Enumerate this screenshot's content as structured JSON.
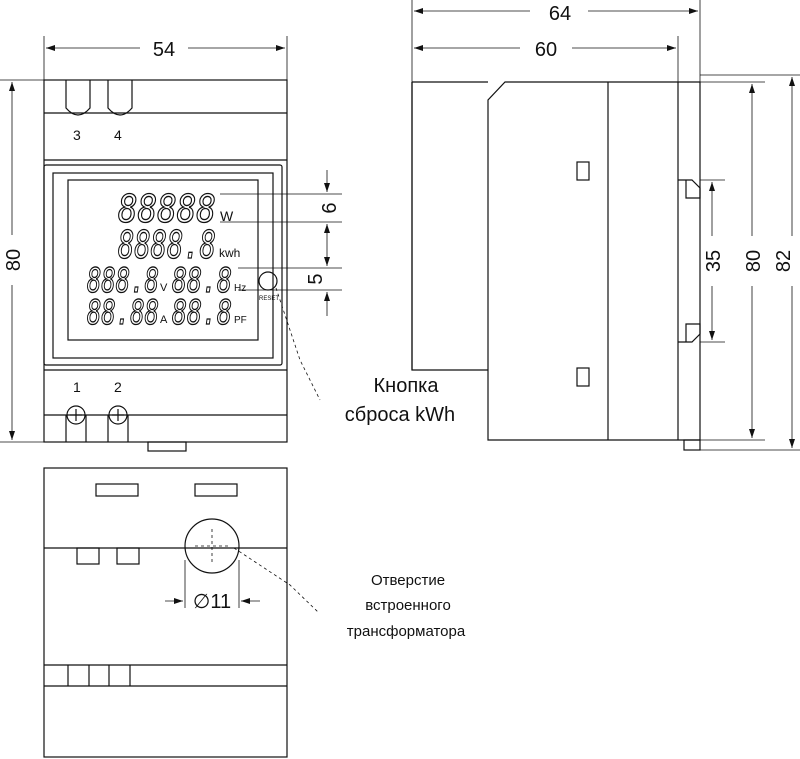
{
  "front_view": {
    "width_label": "54",
    "height_label": "80",
    "terminal_top_left": "3",
    "terminal_top_right": "4",
    "terminal_bottom_left": "1",
    "terminal_bottom_right": "2",
    "lcd_row1_digits": "88888",
    "lcd_row1_unit": "W",
    "lcd_row2_digits": "8888.8",
    "lcd_row2_unit": "kwh",
    "lcd_row3_left": "888.8",
    "lcd_row3_left_unit": "V",
    "lcd_row3_right": "88.8",
    "lcd_row3_right_unit": "Hz",
    "lcd_row4_left": "88.88",
    "lcd_row4_left_unit": "A",
    "lcd_row4_right": "88.8",
    "lcd_row4_right_unit": "PF",
    "reset_label": "RESET",
    "dim_6": "6",
    "dim_5": "5",
    "reset_note_line1": "Кнопка",
    "reset_note_line2": "сброса kWh"
  },
  "side_view": {
    "overall_width_label": "64",
    "body_width_label": "60",
    "rail_label": "35",
    "height_label": "80",
    "overall_height_label": "82"
  },
  "bottom_view": {
    "hole_label": "∅11",
    "note_line1": "Отверстие",
    "note_line2": "встроенного",
    "note_line3": "трансформатора"
  }
}
